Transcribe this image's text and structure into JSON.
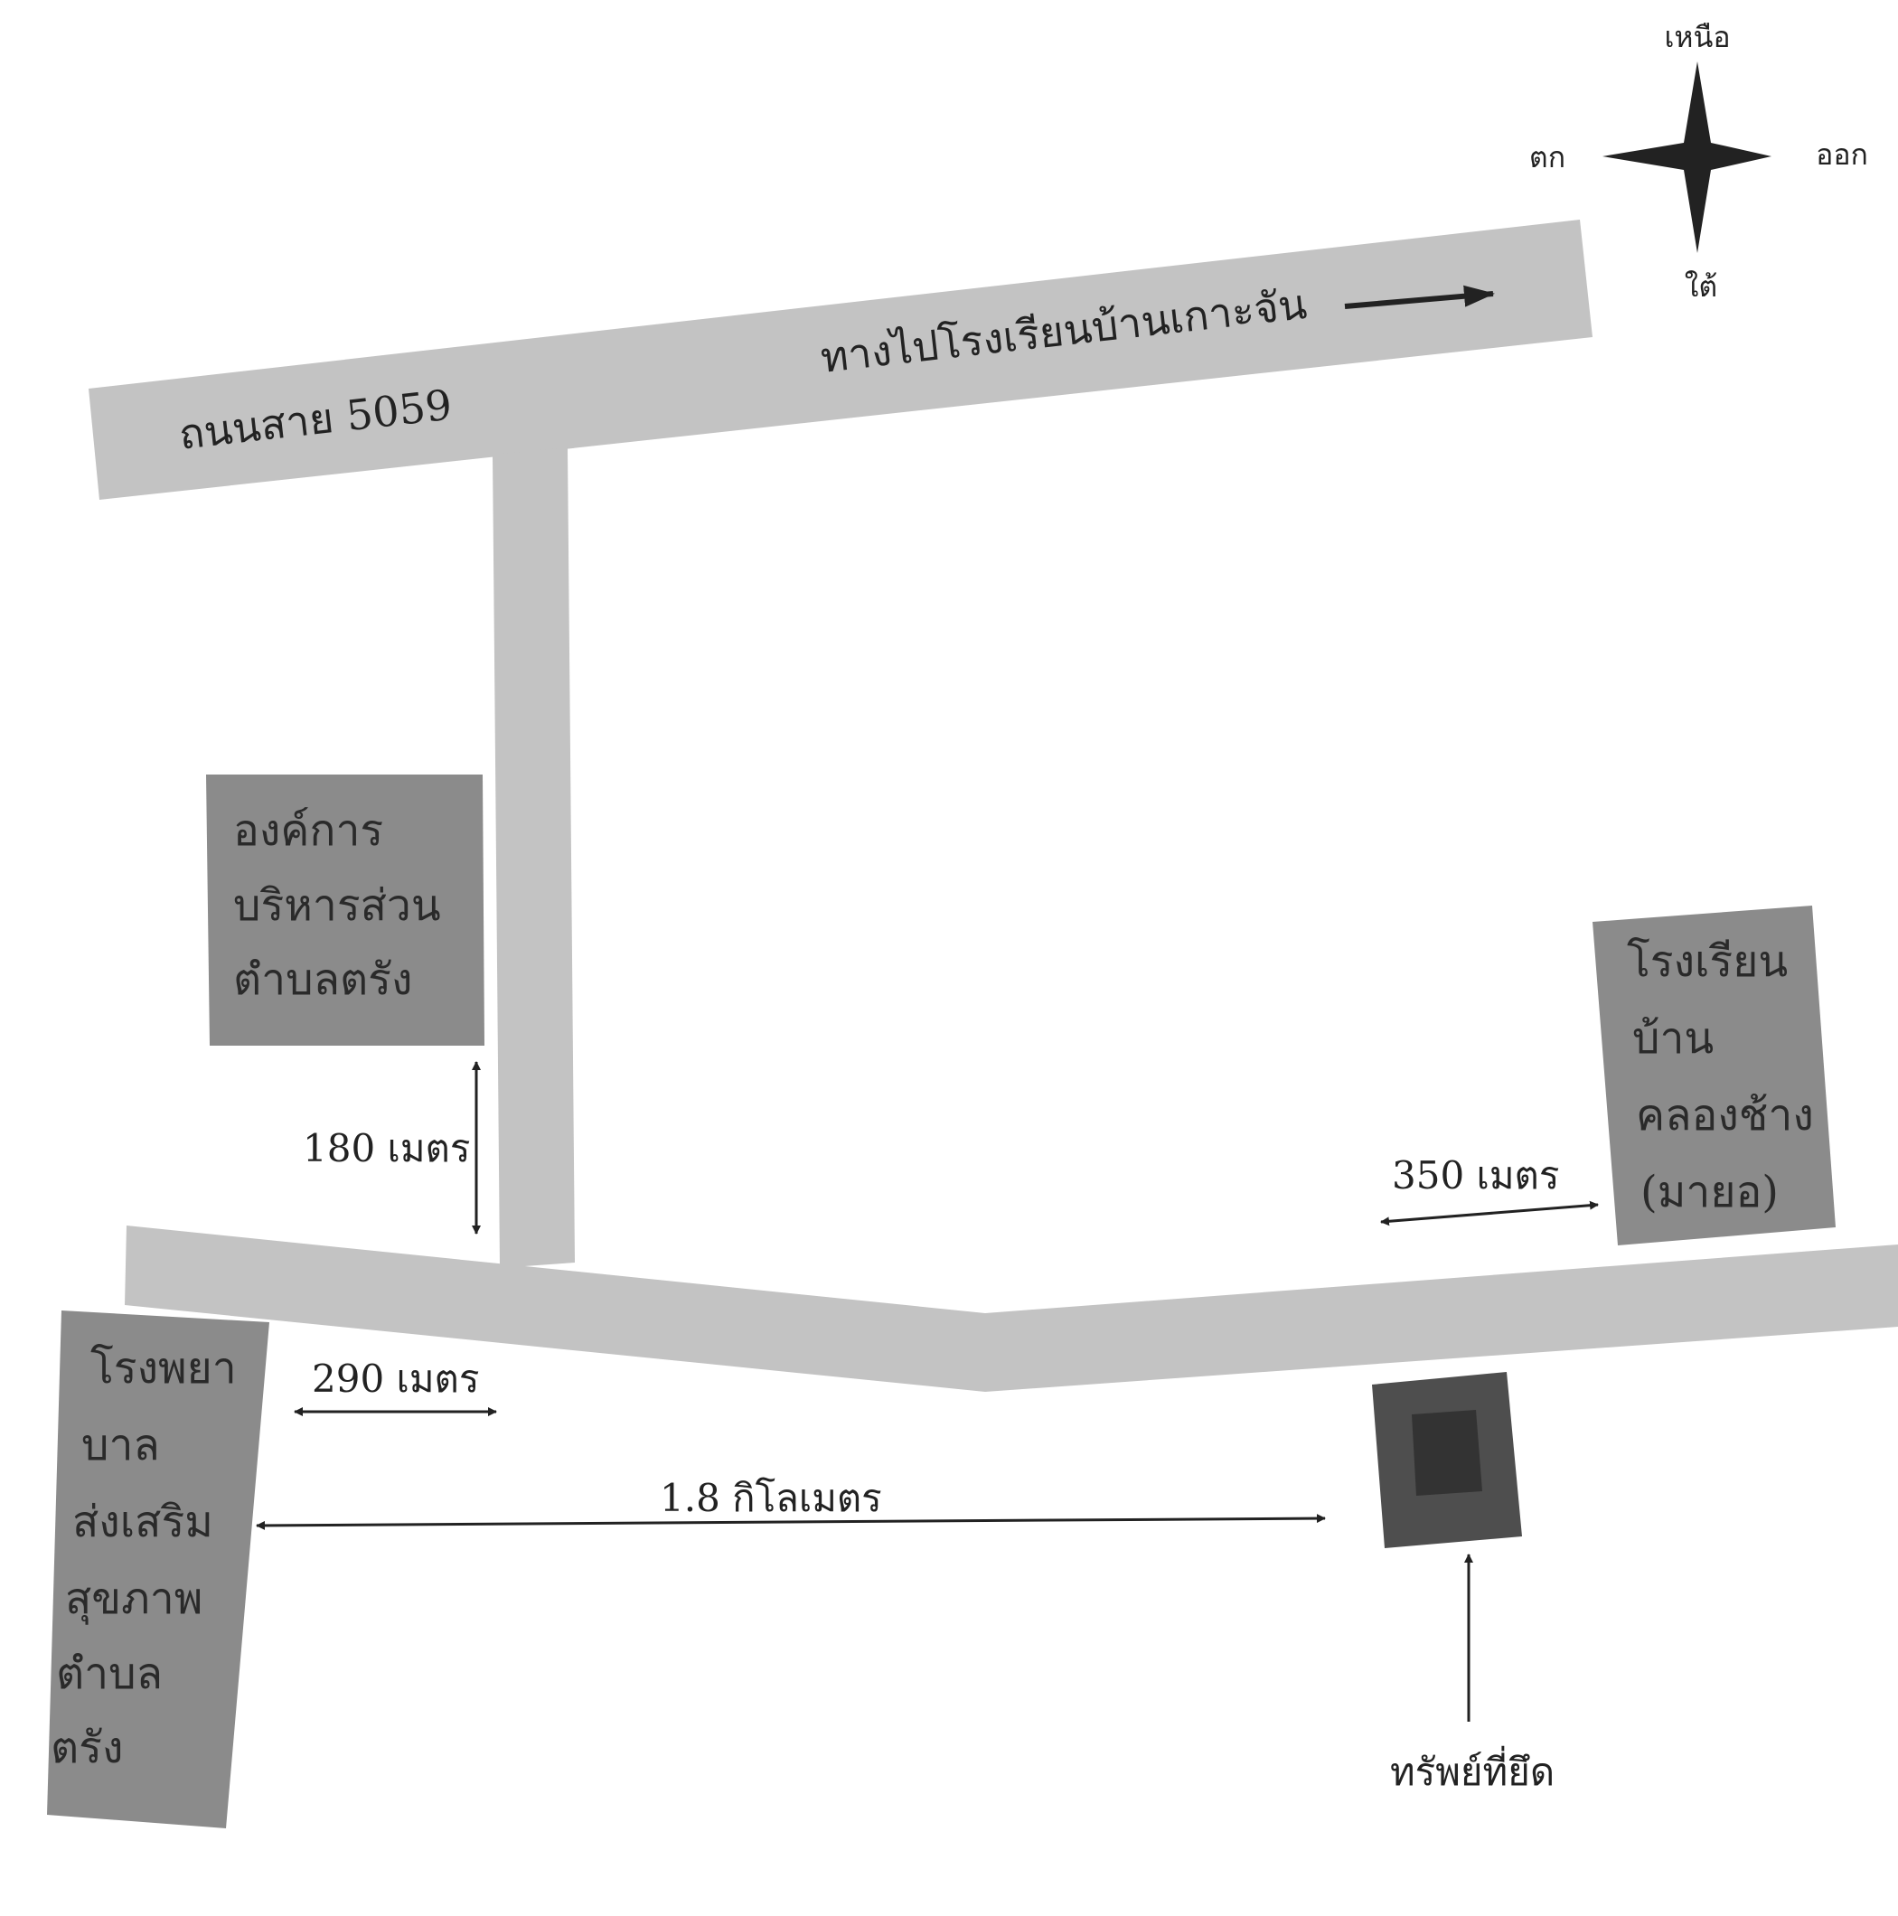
{
  "compass": {
    "north": "เหนือ",
    "south": "ใต้",
    "east": "ออก",
    "west": "ตก"
  },
  "roads": {
    "highway_label": "ถนนสาย 5059",
    "direction_label": "ทางไปโรงเรียนบ้านเกาะจัน"
  },
  "buildings": {
    "sao": [
      "องค์การ",
      "บริหารส่วน",
      "ตำบลตรัง"
    ],
    "school": [
      "โรงเรียน",
      "บ้าน",
      "คลองช้าง",
      "(มายอ)"
    ],
    "hospital": [
      "โรงพยา",
      "บาล",
      "ส่งเสริม",
      "สุขภาพ",
      "ตำบล",
      "ตรัง"
    ]
  },
  "distances": {
    "sao_to_road": "180 เมตร",
    "school_to_road": "350 เมตร",
    "hospital_to_junction": "290 เมตร",
    "hospital_to_property": "1.8 กิโลเมตร"
  },
  "property": {
    "label": "ทรัพย์ที่ยึด"
  },
  "colors": {
    "road": "#c3c3c3",
    "building": "#8b8b8b",
    "property_outer": "#4e4e4e",
    "property_inner": "#333333",
    "ink": "#222222"
  }
}
